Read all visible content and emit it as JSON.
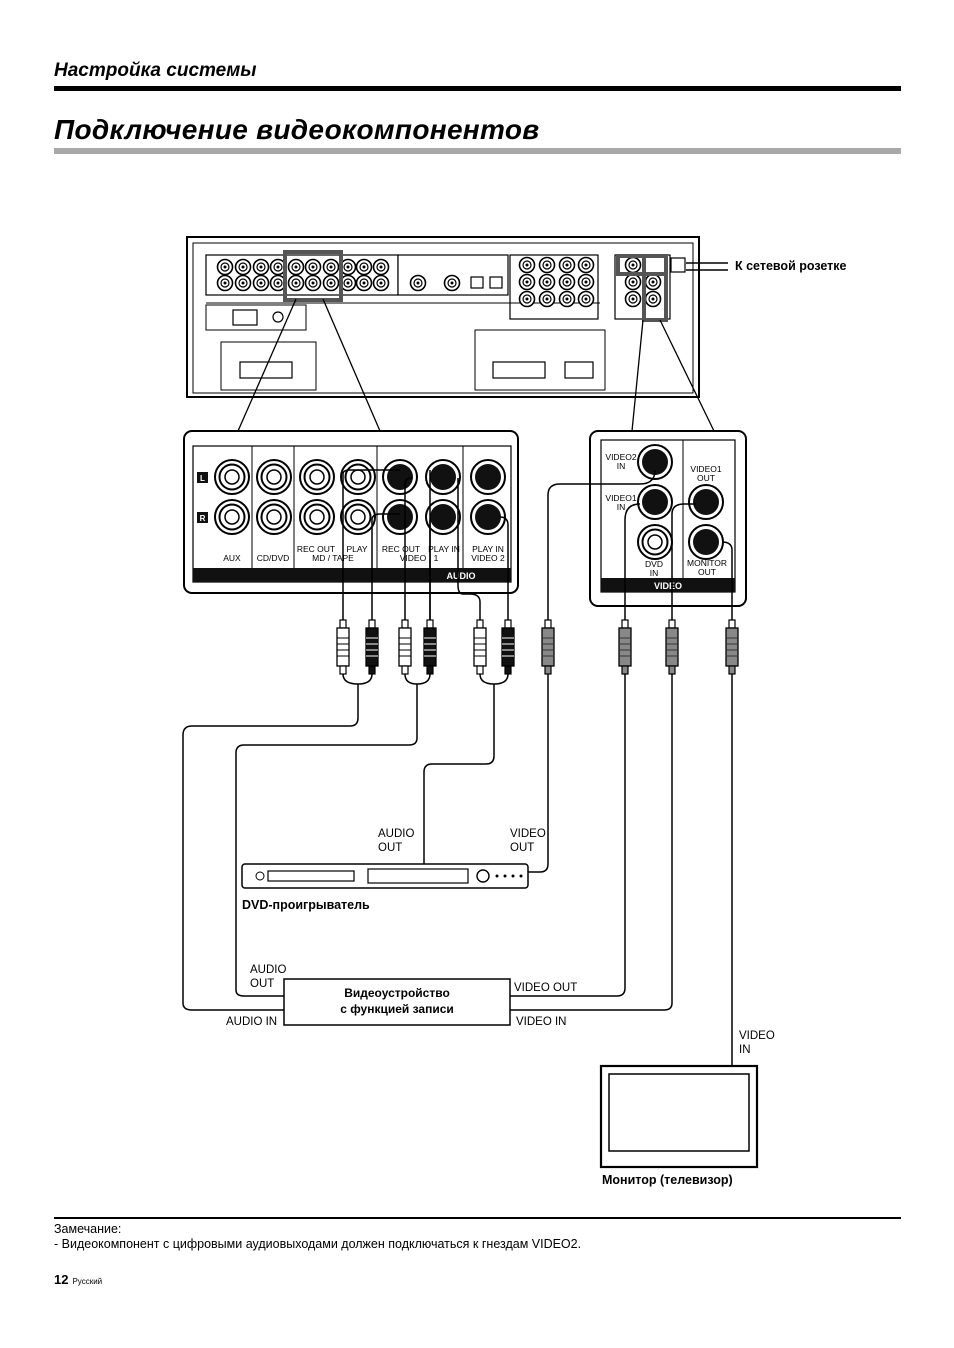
{
  "header": {
    "section": "Настройка системы",
    "title": "Подключение видеокомпонентов"
  },
  "diagram": {
    "power_label": "К сетевой розетке",
    "audio_panel": {
      "l_badge": "L",
      "r_badge": "R",
      "aux": "AUX",
      "cd_dvd": "CD/DVD",
      "rec_out_md_1": "REC OUT",
      "rec_out_md_2": "MD / TAPE",
      "play_md": "PLAY",
      "rec_out_video_1": "REC OUT",
      "rec_out_video_2": "VIDEO",
      "play_in_video1_1": "PLAY IN",
      "play_in_video1_2": "1",
      "play_in_video2_1": "PLAY IN",
      "play_in_video2_2": "VIDEO 2",
      "bar_label": "AUDIO"
    },
    "video_panel": {
      "video2_in_1": "VIDEO2",
      "video2_in_2": "IN",
      "video1_in_1": "VIDEO1",
      "video1_in_2": "IN",
      "video1_out_1": "VIDEO1",
      "video1_out_2": "OUT",
      "dvd_in_1": "DVD",
      "dvd_in_2": "IN",
      "monitor_out_1": "MONITOR",
      "monitor_out_2": "OUT",
      "bar_label": "VIDEO"
    },
    "dvd": {
      "audio_out_1": "AUDIO",
      "audio_out_2": "OUT",
      "video_out_1": "VIDEO",
      "video_out_2": "OUT",
      "name": "DVD-проигрыватель"
    },
    "recorder": {
      "audio_out_1": "AUDIO",
      "audio_out_2": "OUT",
      "audio_in": "AUDIO IN",
      "video_out": "VIDEO OUT",
      "video_in": "VIDEO IN",
      "name_1": "Видеоустройство",
      "name_2": "с функцией записи"
    },
    "monitor": {
      "video_in_1": "VIDEO",
      "video_in_2": "IN",
      "name": "Монитор (телевизор)"
    }
  },
  "note": {
    "heading": "Замечание:",
    "text": "- Видеокомпонент с цифровыми аудиовыходами должен подключаться к гнездам VIDEO2."
  },
  "footer": {
    "page_number": "12",
    "language": "Русский"
  }
}
